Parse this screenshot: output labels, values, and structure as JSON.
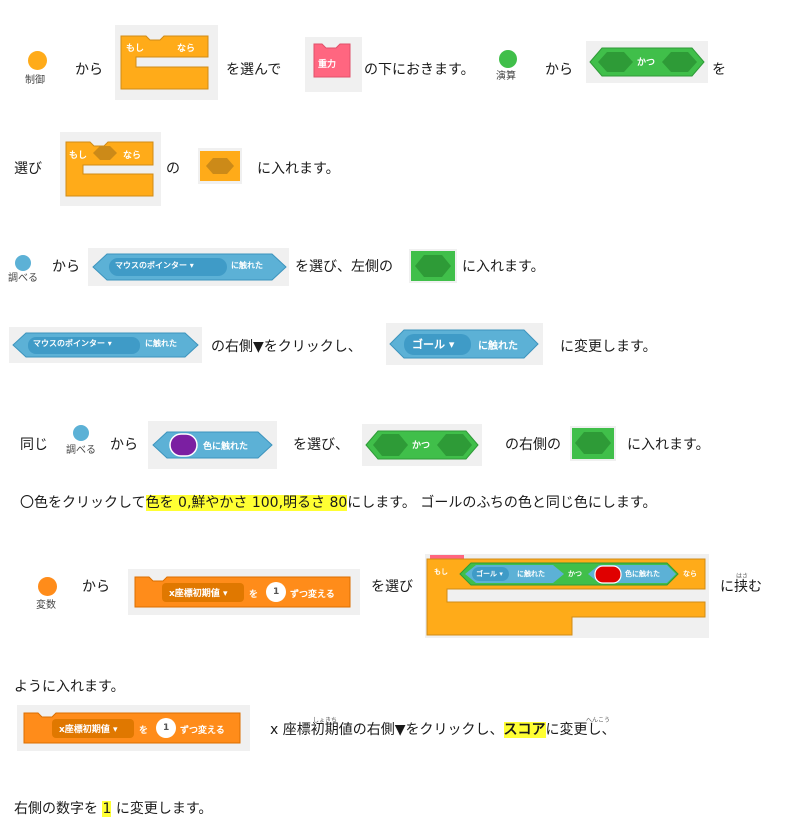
{
  "categories": {
    "control": "制御",
    "operators": "演算",
    "sensing": "調べる",
    "variables": "変数"
  },
  "colors": {
    "control": "#ffab19",
    "operators": "#40bf4a",
    "sensing": "#5cb1d6",
    "variables": "#ff8c1a",
    "gravity": "#ff6680",
    "highlight": "#ffff33",
    "red": "#e00000",
    "purple": "#7b1fa2"
  },
  "blocks": {
    "if": "もし",
    "then": "なら",
    "and": "かつ",
    "gravity": "重力",
    "touching": "に触れた",
    "mouse_pointer": "マウスのポインター",
    "goal": "ゴール",
    "touching_color": "色に触れた",
    "var_name": "x座標初期値",
    "change_to": "を",
    "change_suffix": "ずつ変える",
    "change_value": "1"
  },
  "steps": {
    "s1_from": "から",
    "s1_select": "を選んで",
    "s1_place": "の下におきます。",
    "s1_from2": "から",
    "s1_end": "を",
    "s2_select": "選び",
    "s2_of": "の",
    "s2_end": "に入れます。",
    "s3_from": "から",
    "s3_select": "を選び、左側の",
    "s3_end": "に入れます。",
    "s4_mid": "の右側▼をクリックし、",
    "s4_end": "に変更します。",
    "s5_same": "同じ",
    "s5_from": "から",
    "s5_select": "を選び、",
    "s5_mid": "の右側の",
    "s5_end": "に入れます。",
    "s6_a": "〇色をクリックして",
    "s6_hl": "色を 0,鮮やかさ 100,明るさ 80",
    "s6_b": "にします。 ゴールのふちの色と同じ色にします。",
    "s7_from": "から",
    "s7_select": "を選び",
    "s7_end": "に挟む",
    "s7_ruby": "はさ",
    "s8": "ように入れます。",
    "s9_a": "x 座標初期値の右側▼をクリックし、",
    "s9_hl": "スコア",
    "s9_b": "に変更し、",
    "s9_ruby1": "しょきち",
    "s9_ruby2": "へんこう",
    "s10_a": "右側の数字を",
    "s10_hl": "1",
    "s10_b": "に変更します。"
  }
}
